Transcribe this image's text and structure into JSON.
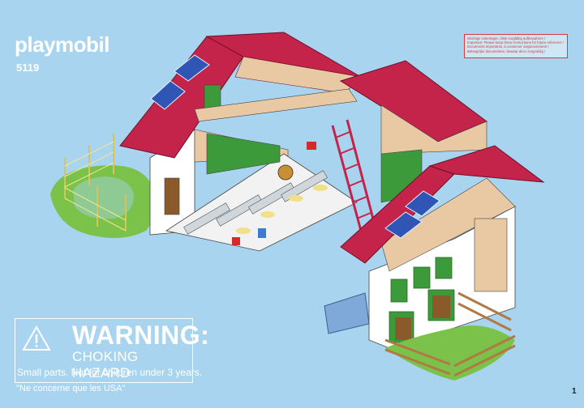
{
  "brand": {
    "logo": "playmobil",
    "model_number": "5119"
  },
  "notice_lines": [
    "Wichtige Unterlagen, bitte sorgfältig aufbewahren !",
    "Important: Please keep these instructions for future reference !",
    "Documents importants, à conserver soigneusement !",
    "Belangrijke documenten, bewaar deze zorgvuldig !"
  ],
  "warning": {
    "title": "WARNING:",
    "subtitle": "CHOKING HAZARD",
    "small_parts": "Small parts. Not for children under 3 years.",
    "usa_note": "\"Ne concerne que les USA\""
  },
  "page_number": "1",
  "colors": {
    "background": "#a9d4ef",
    "roof": "#c4234a",
    "wall": "#ffffff",
    "wood": "#e8c9a4",
    "green": "#3d9a3a",
    "notice_red": "#d83a3a"
  }
}
